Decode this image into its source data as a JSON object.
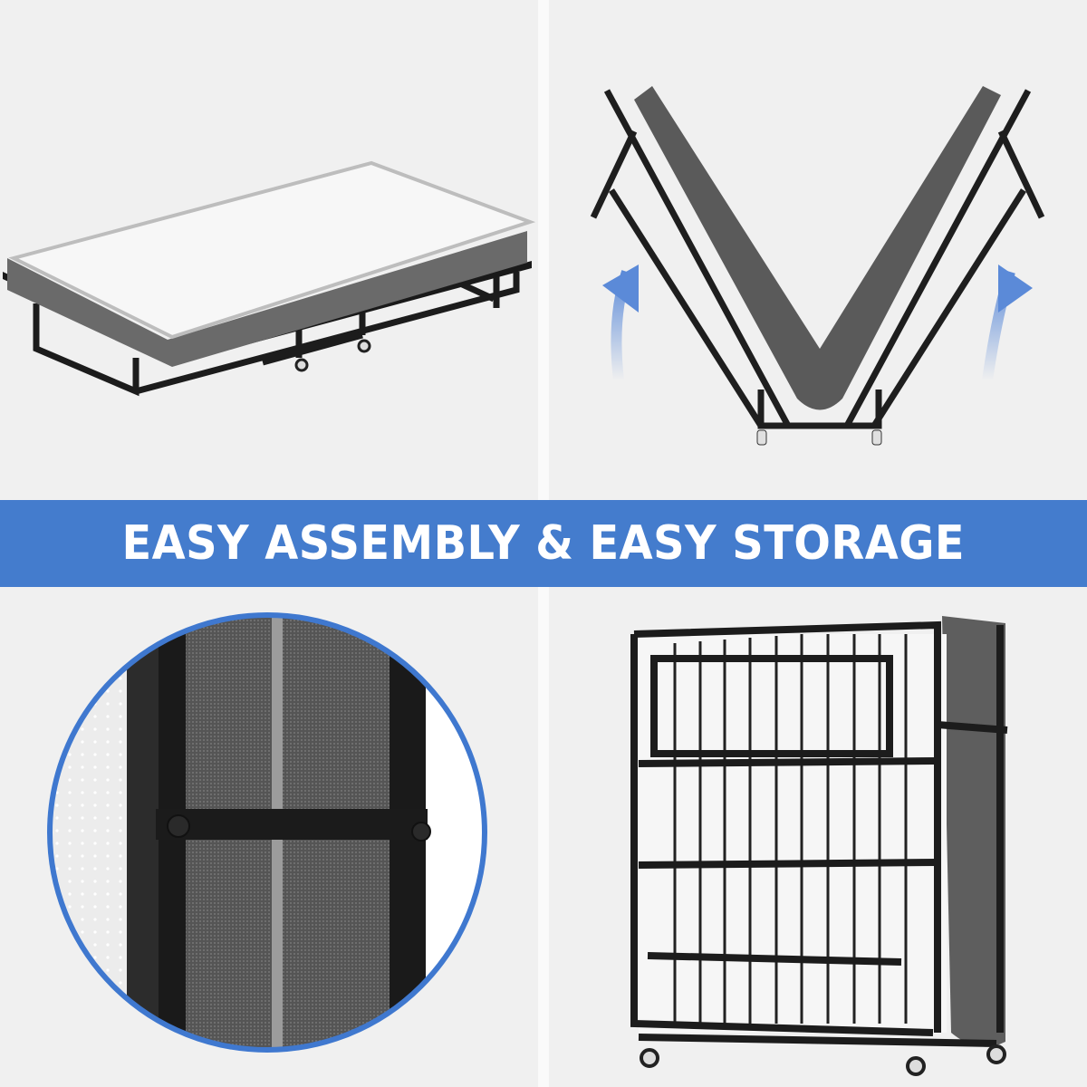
{
  "banner": {
    "text": "EASY ASSEMBLY & EASY STORAGE",
    "background_color": "#447ccd",
    "text_color": "#ffffff"
  },
  "panels": [
    {
      "position": "top-left",
      "description": "Folding bed unfolded with mattress on black metal frame with caster wheels"
    },
    {
      "position": "top-right",
      "description": "Bed being folded in V-shape with upward arrows",
      "icons": [
        "arrow-up-curved-icon",
        "arrow-up-curved-icon"
      ]
    },
    {
      "position": "bottom-left",
      "description": "Circular close-up detail of folded frame strap and fabric",
      "frame_color": "#3f78cf"
    },
    {
      "position": "bottom-right",
      "description": "Bed fully folded upright for storage on caster wheels"
    }
  ],
  "colors": {
    "background": "#f0f0f0",
    "frame": "#1e1e1e",
    "fabric": "#5a5a5a",
    "mattress_top": "#f7f7f7",
    "arrow": "#5b8ad8"
  }
}
